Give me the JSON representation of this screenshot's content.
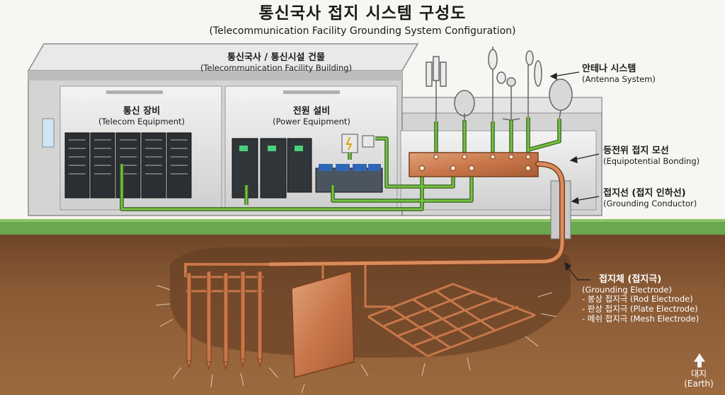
{
  "title": {
    "ko": "통신국사 접지 시스템 구성도",
    "en": "(Telecommunication Facility Grounding System Configuration)"
  },
  "building": {
    "ko": "통신국사 / 통신시설 건물",
    "en": "(Telecommunication Facility Building)"
  },
  "telecom_equipment": {
    "ko": "통신 장비",
    "en": "(Telecom Equipment)"
  },
  "power_equipment": {
    "ko": "전원 설비",
    "en": "(Power Equipment)"
  },
  "antenna_system": {
    "ko": "안테나 시스템",
    "en": "(Antenna System)"
  },
  "equipotential_bonding": {
    "ko": "등전위 접지 모선",
    "en": "(Equipotential Bonding)"
  },
  "grounding_conductor": {
    "ko": "접지선 (접지 인하선)",
    "en": "(Grounding Conductor)"
  },
  "grounding_electrode": {
    "ko": "접지체 (접지극)",
    "en": "(Grounding Electrode)",
    "items": [
      "- 봉상 접지극 (Rod Electrode)",
      "- 판상 접지극 (Plate Electrode)",
      "- 메쉬 접지극 (Mesh Electrode)"
    ]
  },
  "earth": {
    "ko": "대지",
    "en": "(Earth)"
  },
  "colors": {
    "ground_wire": "#7ac143",
    "copper": "#c8774a",
    "soil": "#8a5a35",
    "grass": "#6aa84f",
    "building": "#d9d9d9"
  }
}
